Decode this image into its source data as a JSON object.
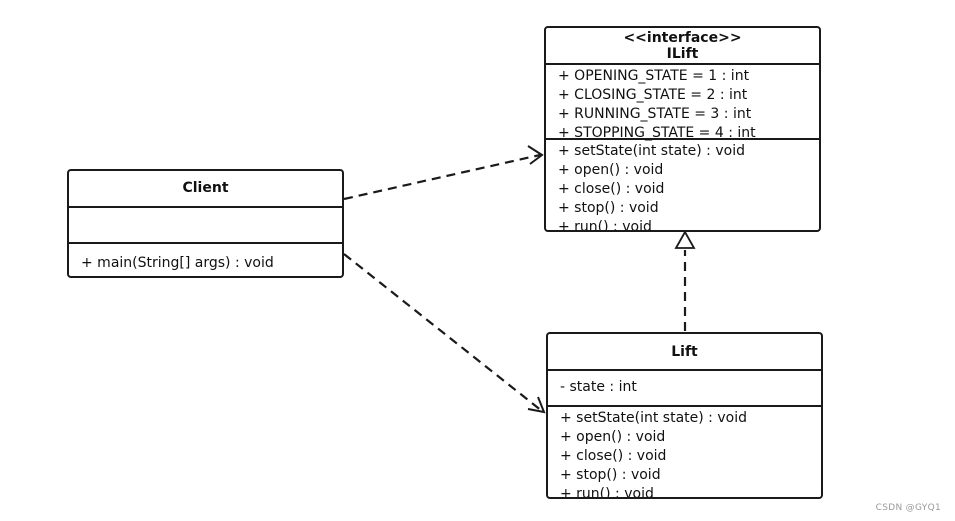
{
  "interface": {
    "stereotype": "<<interface>>",
    "name": "ILift",
    "attributes": [
      "+ OPENING_STATE = 1 : int",
      "+ CLOSING_STATE = 2 : int",
      "+ RUNNING_STATE = 3 : int",
      "+ STOPPING_STATE = 4 : int"
    ],
    "operations": [
      "+ setState(int state) : void",
      "+ open() : void",
      "+ close() : void",
      "+ stop() : void",
      "+ run() : void"
    ]
  },
  "client": {
    "name": "Client",
    "operations": [
      "+ main(String[] args) : void"
    ]
  },
  "lift": {
    "name": "Lift",
    "attributes": [
      "- state : int"
    ],
    "operations": [
      "+ setState(int state) : void",
      "+ open() : void",
      "+ close() : void",
      "+ stop() : void",
      "+ run() : void"
    ]
  },
  "watermark": "CSDN @GYQ1"
}
